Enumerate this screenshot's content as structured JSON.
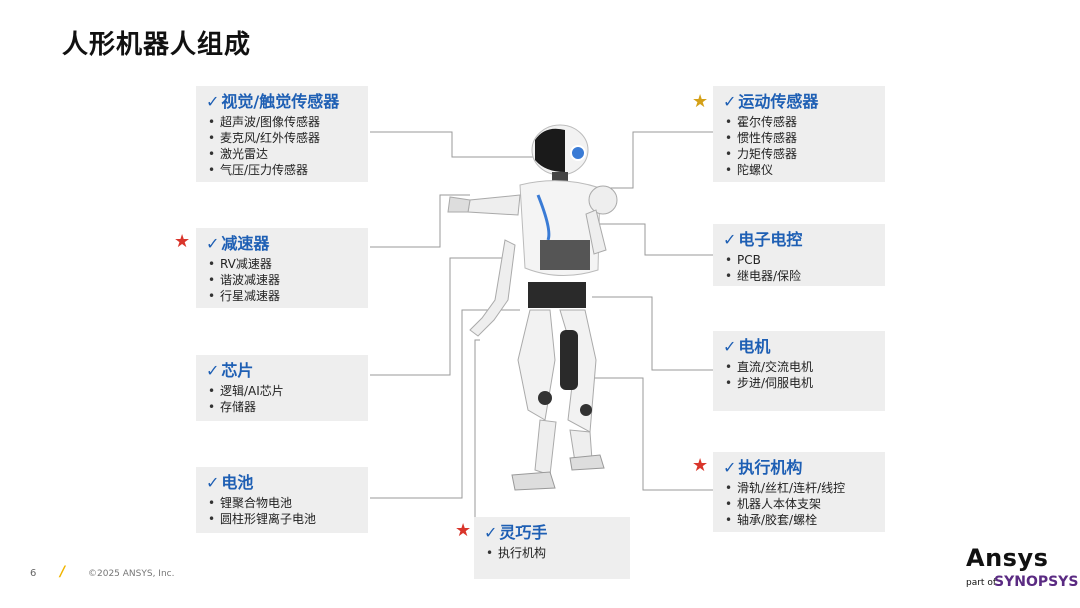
{
  "slide": {
    "title": "人形机器人组成",
    "page_number": "6",
    "copyright": "©2025 ANSYS, Inc.",
    "logo_text": "Ansys",
    "logo_subtext_part": "part of",
    "logo_subtext_brand": "SYNOPSYS",
    "brand_colors": {
      "heading_blue": "#1e5fb4",
      "star_red": "#d9352b",
      "star_gold": "#d4a017",
      "ansys_yellow": "#f0b400"
    }
  },
  "components": {
    "vision": {
      "heading": "视觉/触觉传感器",
      "items": [
        "超声波/图像传感器",
        "麦克风/红外传感器",
        "激光雷达",
        "气压/压力传感器"
      ]
    },
    "motion": {
      "heading": "运动传感器",
      "items": [
        "霍尔传感器",
        "惯性传感器",
        "力矩传感器",
        "陀螺仪"
      ],
      "star": "gold"
    },
    "reducer": {
      "heading": "减速器",
      "items": [
        "RV减速器",
        "谐波减速器",
        "行星减速器"
      ],
      "star": "red"
    },
    "electronics": {
      "heading": "电子电控",
      "items": [
        "PCB",
        "继电器/保险"
      ]
    },
    "chip": {
      "heading": "芯片",
      "items": [
        "逻辑/AI芯片",
        "存储器"
      ]
    },
    "motor": {
      "heading": "电机",
      "items": [
        "直流/交流电机",
        "步进/伺服电机"
      ]
    },
    "battery": {
      "heading": "电池",
      "items": [
        "锂聚合物电池",
        "圆柱形锂离子电池"
      ]
    },
    "actuator": {
      "heading": "执行机构",
      "items": [
        "滑轨/丝杠/连杆/线控",
        "机器人本体支架",
        "轴承/胶套/螺栓"
      ],
      "star": "red"
    },
    "hand": {
      "heading": "灵巧手",
      "items": [
        "执行机构"
      ],
      "star": "red"
    }
  },
  "icons": {
    "check": "✓",
    "star": "★"
  }
}
